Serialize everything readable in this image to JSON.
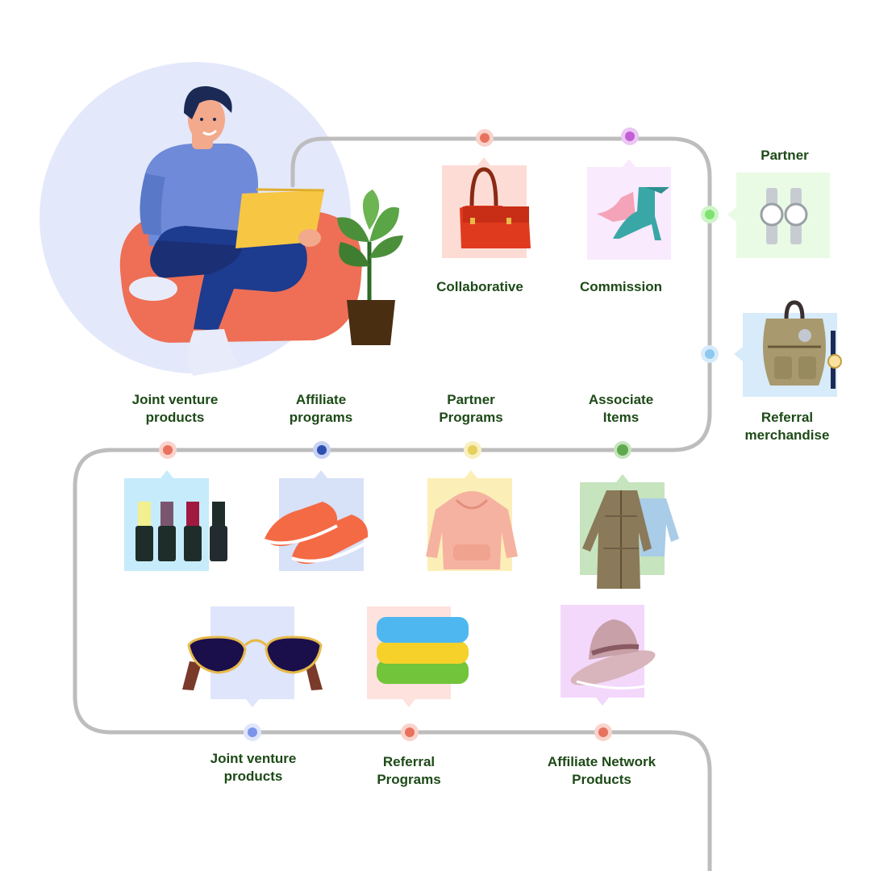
{
  "colors": {
    "path": "#bdbdbd",
    "label_text": "#1d4a17",
    "hero_circle": "#e3e8fb"
  },
  "top_row": [
    {
      "lines": [
        "Collaborative"
      ],
      "icon": "handbag-icon",
      "dot": "#f08b7a"
    },
    {
      "lines": [
        "Commission"
      ],
      "icon": "high-heel-shoes-icon",
      "dot": "#c25ed6"
    }
  ],
  "right_column": [
    {
      "lines": [
        "Partner"
      ],
      "icon": "wristwatches-icon",
      "dot": "#7ee36e"
    },
    {
      "lines": [
        "Referral",
        "merchandise"
      ],
      "icon": "backpack-icon",
      "dot": "#8ec8f0"
    }
  ],
  "middle_row": [
    {
      "lines": [
        "Joint venture",
        "products"
      ],
      "icon": "nail-polish-icon",
      "dot": "#e8725e"
    },
    {
      "lines": [
        "Affiliate",
        "programs"
      ],
      "icon": "sneakers-icon",
      "dot": "#2c4fb0"
    },
    {
      "lines": [
        "Partner",
        "Programs"
      ],
      "icon": "hoodie-icon",
      "dot": "#e6cf5a"
    },
    {
      "lines": [
        "Associate",
        "Items"
      ],
      "icon": "coats-icon",
      "dot": "#5fa84e"
    }
  ],
  "bottom_row": [
    {
      "lines": [
        "Joint venture",
        "products"
      ],
      "icon": "sunglasses-icon",
      "dot": "#7d94ec"
    },
    {
      "lines": [
        "Referral",
        "Programs"
      ],
      "icon": "folded-towels-icon",
      "dot": "#f08b7a"
    },
    {
      "lines": [
        "Affiliate Network",
        "Products"
      ],
      "icon": "hat-icon",
      "dot": "#f08b7a"
    }
  ]
}
